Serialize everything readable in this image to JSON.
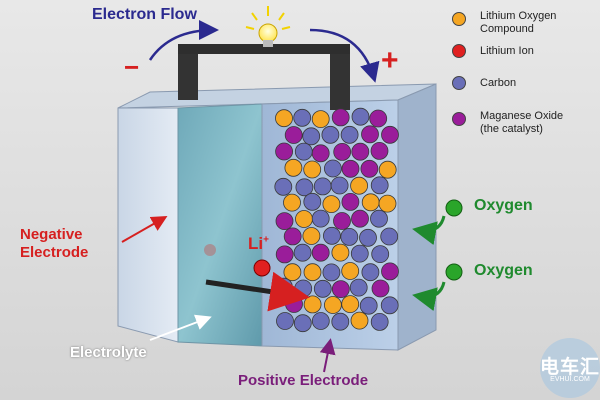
{
  "labels": {
    "electron_flow": "Electron Flow",
    "minus": "−",
    "plus": "+",
    "negative_electrode_line1": "Negative",
    "negative_electrode_line2": "Electrode",
    "electrolyte": "Electrolyte",
    "positive_electrode": "Positive Electrode",
    "li_ion": "Li",
    "li_sup": "+",
    "oxygen_1": "Oxygen",
    "oxygen_2": "Oxygen"
  },
  "legend": [
    {
      "name": "lithium-oxygen-compound",
      "line1": "Lithium Oxygen",
      "line2": "Compound",
      "color": "#f5a623"
    },
    {
      "name": "lithium-ion",
      "line1": "Lithium Ion",
      "line2": "",
      "color": "#e02020"
    },
    {
      "name": "carbon",
      "line1": "Carbon",
      "line2": "",
      "color": "#6a6fb8"
    },
    {
      "name": "manganese-oxide",
      "line1": "Maganese Oxide",
      "line2": "(the catalyst)",
      "color": "#9a1d9a"
    }
  ],
  "watermark": {
    "main": "电车汇",
    "sub": "EVHUI.COM"
  },
  "colors": {
    "label_blue": "#2b2a8f",
    "label_red": "#d62020",
    "label_green": "#1f8a2e",
    "label_purple": "#7a1e7a",
    "oxygen": "#2aa52a",
    "lithium_oxygen": "#f5a623",
    "carbon": "#6a6fb8",
    "manganese": "#9a1d9a",
    "lithium_ion": "#e02020"
  }
}
